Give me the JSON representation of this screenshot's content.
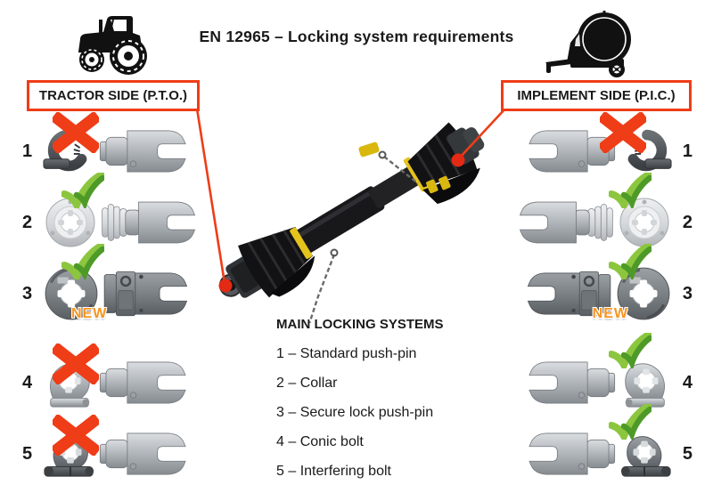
{
  "title": "EN 12965 – Locking system requirements",
  "side_labels": {
    "tractor": "TRACTOR SIDE (P.T.O.)",
    "implement": "IMPLEMENT SIDE (P.I.C.)"
  },
  "legend": {
    "title": "MAIN LOCKING SYSTEMS",
    "items": [
      "1 – Standard push-pin",
      "2 – Collar",
      "3 – Secure lock push-pin",
      "4 – Conic bolt",
      "5 – Interfering bolt"
    ]
  },
  "tractor_side": {
    "rows": [
      {
        "number": "1",
        "status": "not allowed"
      },
      {
        "number": "2",
        "status": "allowed"
      },
      {
        "number": "3",
        "status": "allowed",
        "badge": "NEW"
      },
      {
        "number": "4",
        "status": "not allowed"
      },
      {
        "number": "5",
        "status": "not allowed"
      }
    ]
  },
  "implement_side": {
    "rows": [
      {
        "number": "1",
        "status": "not allowed"
      },
      {
        "number": "2",
        "status": "allowed"
      },
      {
        "number": "3",
        "status": "allowed",
        "badge": "NEW"
      },
      {
        "number": "4",
        "status": "allowed"
      },
      {
        "number": "5",
        "status": "allowed"
      }
    ]
  },
  "colors": {
    "accent_orange": "#EE3D17",
    "check_green_light": "#8CC63F",
    "check_green_dark": "#4E9A28",
    "new_badge_orange": "#F7941D",
    "text": "#1A1A1A"
  }
}
